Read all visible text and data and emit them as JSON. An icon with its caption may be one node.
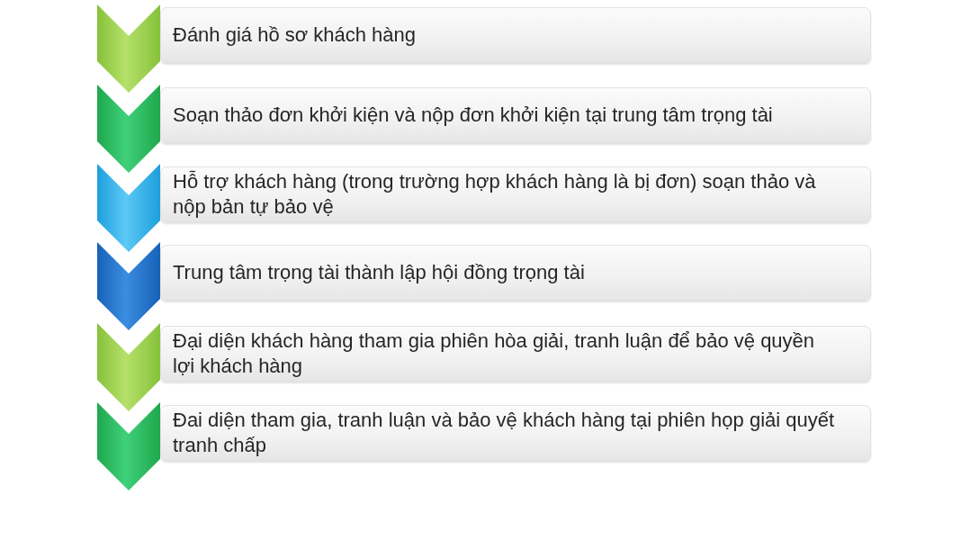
{
  "diagram": {
    "nodes": [
      {
        "text": [
          "Đánh giá hồ sơ khách hàng"
        ]
      },
      {
        "text": [
          "Soạn thảo đơn khởi kiện và nộp đơn khởi kiện tại trung tâm trọng tài"
        ]
      },
      {
        "text": [
          "Hỗ trợ khách hàng (trong trường hợp khách hàng là bị đơn) soạn thảo và nộp bản tự bảo vệ"
        ]
      },
      {
        "text": [
          "Trung tâm trọng tài thành lập hội đồng trọng tài"
        ]
      },
      {
        "text": [
          "Đại diện khách hàng tham gia phiên hòa giải, tranh luận để bảo vệ quyền lợi khách hàng"
        ]
      },
      {
        "text": [
          "Đai diện tham gia, tranh luận và bảo vệ khách hàng tại phiên họp giải quyết tranh chấp"
        ]
      }
    ]
  }
}
